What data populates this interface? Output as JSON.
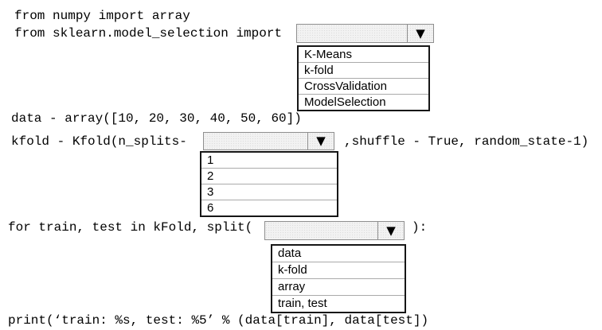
{
  "code": {
    "line1": "from numpy import array",
    "line2": "from sklearn.model_selection import",
    "line3": "data - array([10, 20, 30, 40, 50, 60])",
    "line4_prefix": "kfold - Kfold(n_splits-",
    "line4_suffix": ",shuffle - True, random_state-1)",
    "line5_prefix": "for train, test in kFold, split(",
    "line5_suffix": "):",
    "line6": "print(‘train: %s, test: %5’ % (data[train], data[test])"
  },
  "dropdowns": [
    {
      "label": "import-class",
      "value": "",
      "options": [
        "K-Means",
        "k-fold",
        "CrossValidation",
        "ModelSelection"
      ]
    },
    {
      "label": "n-splits-value",
      "value": "",
      "options": [
        "1",
        "2",
        "3",
        "6"
      ]
    },
    {
      "label": "split-argument",
      "value": "",
      "options": [
        "data",
        "k-fold",
        "array",
        "train, test"
      ]
    }
  ],
  "icons": {
    "dropdown_arrow": "▼"
  },
  "colors": {
    "code_text": "#000000",
    "combo_fill": "#f2f2f2",
    "combo_border": "#8e8e8e",
    "list_border": "#161616",
    "list_separator": "#aaaaaa",
    "arrow": "#000000",
    "background": "#ffffff"
  }
}
